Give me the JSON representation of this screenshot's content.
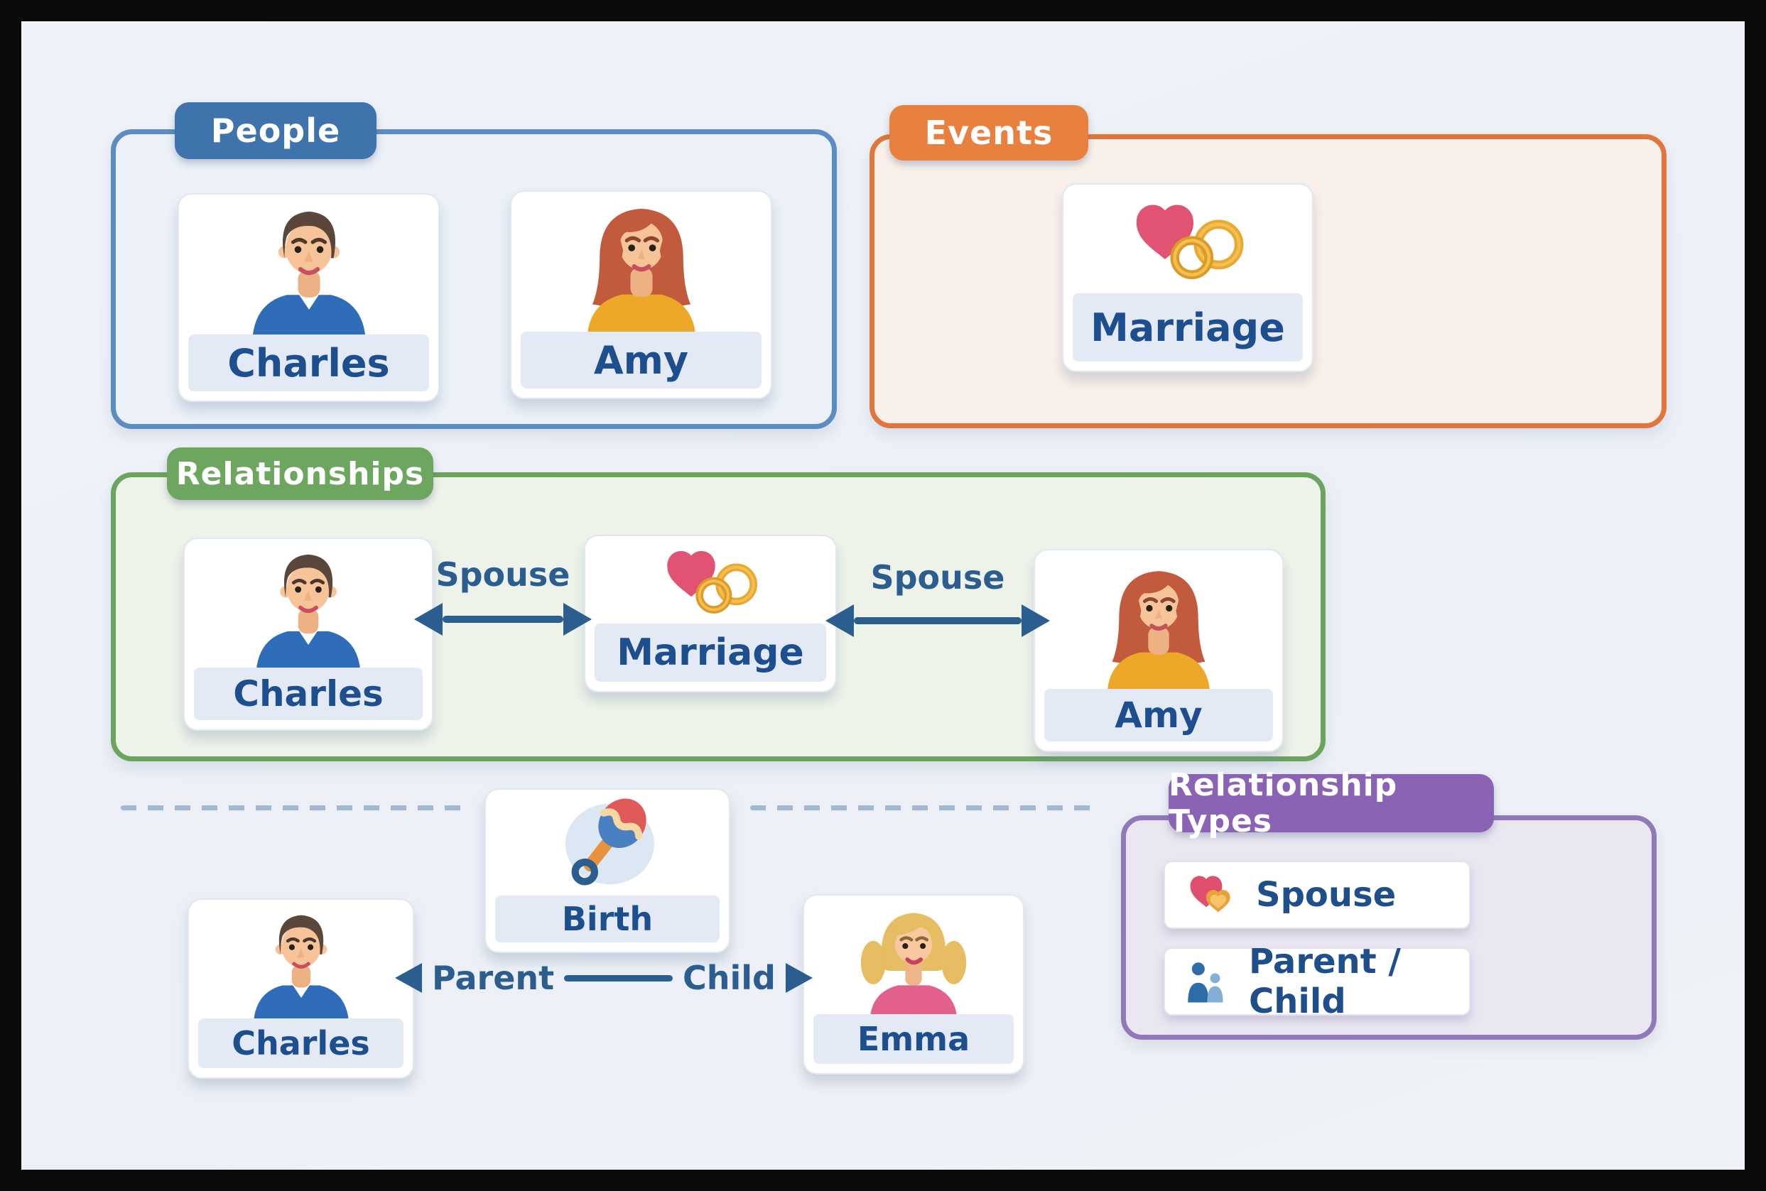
{
  "panels": {
    "people": {
      "title": "People",
      "cards": [
        {
          "name": "Charles",
          "avatar": "male-avatar"
        },
        {
          "name": "Amy",
          "avatar": "female-avatar"
        }
      ]
    },
    "events": {
      "title": "Events",
      "cards": [
        {
          "name": "Marriage",
          "icon": "heart-rings-icon"
        }
      ]
    },
    "relationships": {
      "title": "Relationships",
      "left_person": "Charles",
      "event": "Marriage",
      "right_person": "Amy",
      "left_edge_label": "Spouse",
      "right_edge_label": "Spouse"
    },
    "parent_child_example": {
      "event": "Birth",
      "event_icon": "rattle-icon",
      "parent_name": "Charles",
      "child_name": "Emma",
      "parent_label": "Parent",
      "child_label": "Child"
    },
    "relationship_types": {
      "title": "Relationship Types",
      "items": [
        {
          "label": "Spouse",
          "icon": "two-hearts-icon"
        },
        {
          "label": "Parent / Child",
          "icon": "parent-child-icon"
        }
      ]
    }
  },
  "colors": {
    "people_accent": "#3e73ab",
    "people_border": "#5c8cc1",
    "events_accent": "#e8803f",
    "events_border": "#e0763c",
    "relationships_accent": "#6da75f",
    "relationships_border": "#6aa45e",
    "types_accent": "#8a63b5",
    "types_border": "#9178b8",
    "name_text": "#1d4e8e",
    "connector_blue": "#2c5d8f",
    "heart_red": "#e05372",
    "ring_gold": "#e8a833"
  }
}
